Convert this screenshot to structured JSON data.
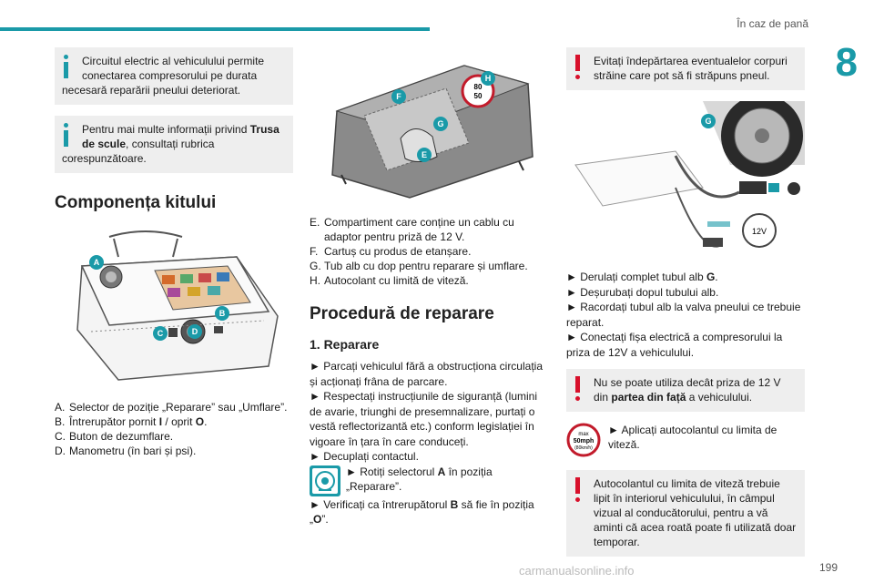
{
  "header": {
    "title": "În caz de pană",
    "chapter": "8"
  },
  "col1": {
    "note1": "Circuitul electric al vehiculului permite conectarea compresorului pe durata necesară reparării pneului deteriorat.",
    "note1_first": "Circuitul electric al vehiculului permite",
    "note1_second": "conectarea compresorului pe durata",
    "note1_rest": "necesară reparării pneului deteriorat.",
    "note2_first": "Pentru mai multe informații privind ",
    "note2_bold1": "Trusa",
    "note2_second_bold": "de scule",
    "note2_second_rest": ", consultați rubrica",
    "note2_rest": "corespunzătoare.",
    "section_title": "Componența kitului",
    "figure_labels": {
      "a": "A",
      "b": "B",
      "c": "C",
      "d": "D"
    },
    "legend": [
      {
        "key": "A.",
        "text": "Selector de poziție „Reparare” sau „Umflare”."
      },
      {
        "key": "B.",
        "text_pre": "Întrerupător pornit ",
        "bold1": "I",
        "mid": " / oprit ",
        "bold2": "O",
        "post": "."
      },
      {
        "key": "C.",
        "text": "Buton de dezumflare."
      },
      {
        "key": "D.",
        "text": "Manometru (în bari și psi)."
      }
    ]
  },
  "col2": {
    "figure_labels": {
      "e": "E",
      "f": "F",
      "g": "G",
      "h": "H"
    },
    "sticker": {
      "top": "80",
      "bottom": "50"
    },
    "legend": [
      {
        "key": "E.",
        "text": "Compartiment care conține un cablu cu adaptor pentru priză de 12 V."
      },
      {
        "key": "F.",
        "text": "Cartuș cu produs de etanșare."
      },
      {
        "key": "G.",
        "text": "Tub alb cu dop pentru reparare și umflare."
      },
      {
        "key": "H.",
        "text": "Autocolant cu limită de viteză."
      }
    ],
    "section_title": "Procedură de reparare",
    "sub_title": "1. Reparare",
    "steps": [
      "► Parcați vehiculul fără a obstrucționa circulația și acționați frâna de parcare.",
      "► Respectați instrucțiunile de siguranță (lumini de avarie, triunghi de presemnalizare, purtați o vestă reflectorizantă etc.) conform legislației în vigoare în țara în care conduceți.",
      "► Decuplați contactul."
    ],
    "icon_step_pre": "► Rotiți selectorul ",
    "icon_step_bold": "A",
    "icon_step_post": " în poziția „Reparare”.",
    "last_step_pre": "► Verificați ca întrerupătorul ",
    "last_step_bold1": "B",
    "last_step_mid": " să fie în poziția „",
    "last_step_bold2": "O",
    "last_step_post": "”."
  },
  "col3": {
    "warn1": "Evitați îndepărtarea eventualelor corpuri străine care pot să fi străpuns pneul.",
    "figure_labels": {
      "g": "G",
      "plug": "12V"
    },
    "steps": [
      {
        "pre": "► Derulați complet tubul alb ",
        "bold": "G",
        "post": "."
      },
      {
        "pre": "► Deșurubați dopul tubului alb.",
        "bold": "",
        "post": ""
      },
      {
        "pre": "► Racordați tubul alb la valva pneului ce trebuie reparat.",
        "bold": "",
        "post": ""
      },
      {
        "pre": "► Conectați fișa electrică a compresorului la priza de 12V a vehiculului.",
        "bold": "",
        "post": ""
      }
    ],
    "warn2_pre": "Nu se poate utiliza decât priza de 12 V din ",
    "warn2_bold": "partea din față",
    "warn2_post": " a vehiculului.",
    "sign": {
      "max": "max",
      "speed": "50mph",
      "sub": "(80km/h)"
    },
    "sign_step": "► Aplicați autocolantul cu limita de viteză.",
    "warn3": "Autocolantul cu limita de viteză trebuie lipit în interiorul vehiculului, în câmpul vizual al conducătorului, pentru a vă aminti că acea roată poate fi utilizată doar temporar."
  },
  "footer": {
    "page": "199",
    "watermark": "carmanualsonline.info"
  },
  "colors": {
    "accent": "#1a9aa8",
    "warning": "#d8102b",
    "note_bg": "#eeeeee"
  }
}
